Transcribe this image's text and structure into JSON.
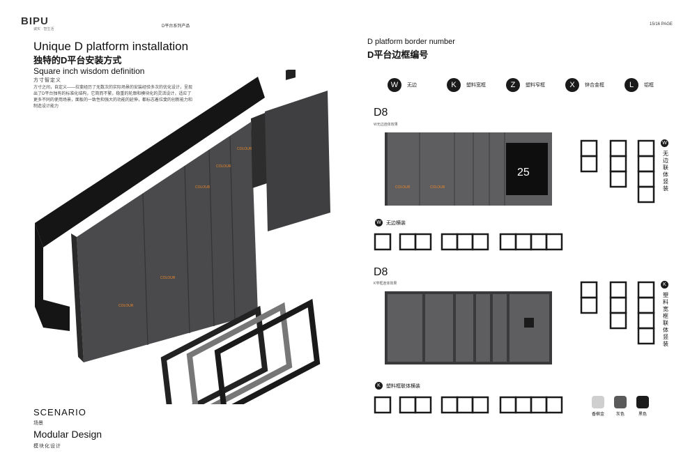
{
  "brand": {
    "logo": "BIPU",
    "tagline": "诚实 · 智生活"
  },
  "header": {
    "center": "D平台系列产品",
    "page": "15/16 PAGE"
  },
  "left": {
    "title_en": "Unique D platform installation",
    "title_zh": "独特的D平台安装方式",
    "subtitle_en": "Square inch wisdom definition",
    "subtitle_zh": "方寸智定义",
    "description": "方寸之间，自定义——拉斐经历了无数次的实际场景的安装经验多次的优化设计，呈现出了D平台独有的标准化结构，它简而不繁，稳重的轮廓和模块化的灵活设计，适应了更多不同的使用场景，面板的一致性和强大的功能的延伸，都标志着拉斐的创新能力和制造设计能力",
    "scenario_en": "SCENARIO",
    "scenario_zh": "场景",
    "modular_en": "Modular Design",
    "modular_zh": "模块化设计"
  },
  "right": {
    "title_en": "D platform border number",
    "title_zh": "D平台边框编号",
    "codes": [
      {
        "letter": "W",
        "label": "无边"
      },
      {
        "letter": "K",
        "label": "塑料宽框"
      },
      {
        "letter": "Z",
        "label": "塑料窄框"
      },
      {
        "letter": "X",
        "label": "锌合金框"
      },
      {
        "letter": "L",
        "label": "铝框"
      }
    ],
    "section1": {
      "model": "D8",
      "sub": "W无边连体效果",
      "thermostat": "25",
      "horizontal_letter": "W",
      "horizontal_label": "无边横装",
      "vertical_letter": "W",
      "vertical_label": "无边联体竖装"
    },
    "section2": {
      "model": "D8",
      "sub": "K窄框连体效果",
      "horizontal_letter": "K",
      "horizontal_label": "塑料框联体横装",
      "vertical_letter": "K",
      "vertical_label": "塑料宽框联体竖装"
    },
    "finishes": [
      {
        "label": "香槟金",
        "color": "#cfcfcf"
      },
      {
        "label": "灰色",
        "color": "#5a5a5a"
      },
      {
        "label": "黑色",
        "color": "#1b1b1b"
      }
    ]
  },
  "colors": {
    "panel": "#5e5e60",
    "panel_dark": "#3a3a3c",
    "accent_text": "#e9862a",
    "frame": "#1a1a1a"
  }
}
